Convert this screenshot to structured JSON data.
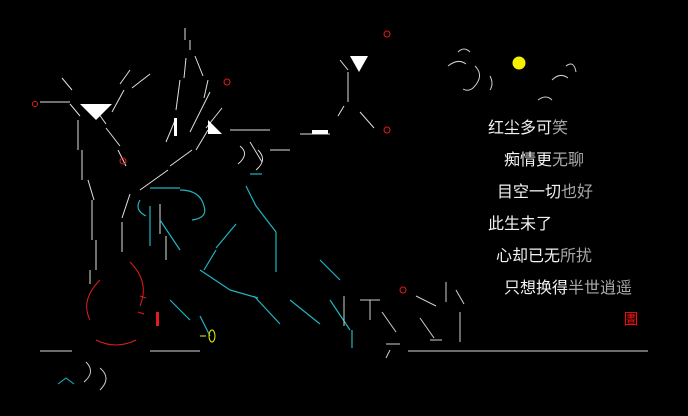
{
  "colors": {
    "background": "#000000",
    "poem_bright": "#f2f2f2",
    "poem_dim": "#a8a8a8",
    "accent_red": "#e11d1d",
    "accent_cyan": "#1fb5c2",
    "moon": "#f5f000",
    "ground": "#d8d8d8"
  },
  "poem": {
    "lines": [
      {
        "bright": "红尘多可",
        "dim": "笑"
      },
      {
        "bright": "痴情更",
        "dim": "无聊"
      },
      {
        "bright": "目空一切",
        "dim": "也好"
      },
      {
        "bright": "此生未了",
        "dim": ""
      },
      {
        "bright": "心却已无",
        "dim": "所扰"
      },
      {
        "bright": "只想换得",
        "dim": "半世逍遥"
      }
    ]
  },
  "seal": {
    "text": "圕"
  },
  "icons": {
    "moon": "moon-icon",
    "seal": "seal-stamp-icon"
  }
}
